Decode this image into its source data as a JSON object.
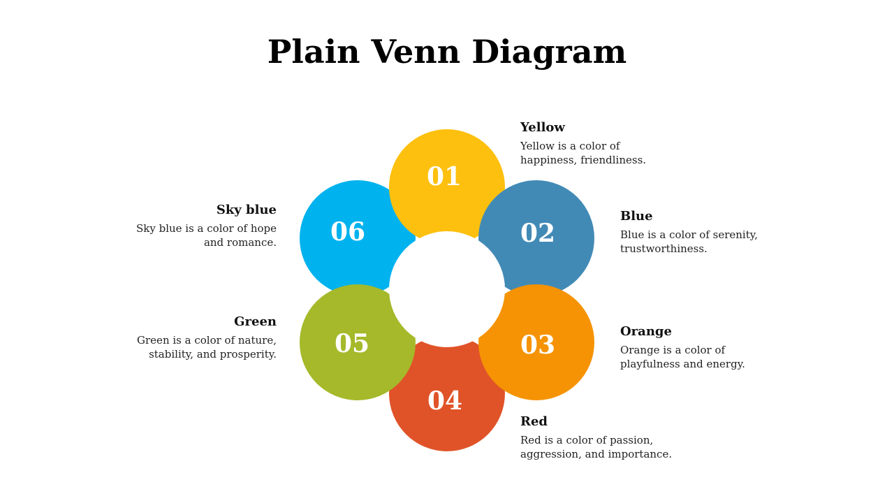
{
  "title": "Plain Venn Diagram",
  "colors": {
    "center": "#ffffff"
  },
  "petals": [
    {
      "number": "01",
      "name": "Yellow",
      "description_lines": [
        "Yellow is a color of",
        "happiness, friendliness."
      ],
      "color": "#FDC00F"
    },
    {
      "number": "02",
      "name": "Blue",
      "description_lines": [
        "Blue is a color of serenity,",
        "trustworthiness."
      ],
      "color": "#428AB6"
    },
    {
      "number": "03",
      "name": "Orange",
      "description_lines": [
        "Orange is a color of",
        "playfulness and energy."
      ],
      "color": "#F59304"
    },
    {
      "number": "04",
      "name": "Red",
      "description_lines": [
        "Red is a color of passion,",
        "aggression, and importance."
      ],
      "color": "#E05328"
    },
    {
      "number": "05",
      "name": "Green",
      "description_lines": [
        "Green is a color of nature,",
        "stability,  and prosperity."
      ],
      "color": "#A5B92A"
    },
    {
      "number": "06",
      "name": "Sky blue",
      "description_lines": [
        "Sky blue is a color of hope",
        "and romance."
      ],
      "color": "#00B2EE"
    }
  ]
}
